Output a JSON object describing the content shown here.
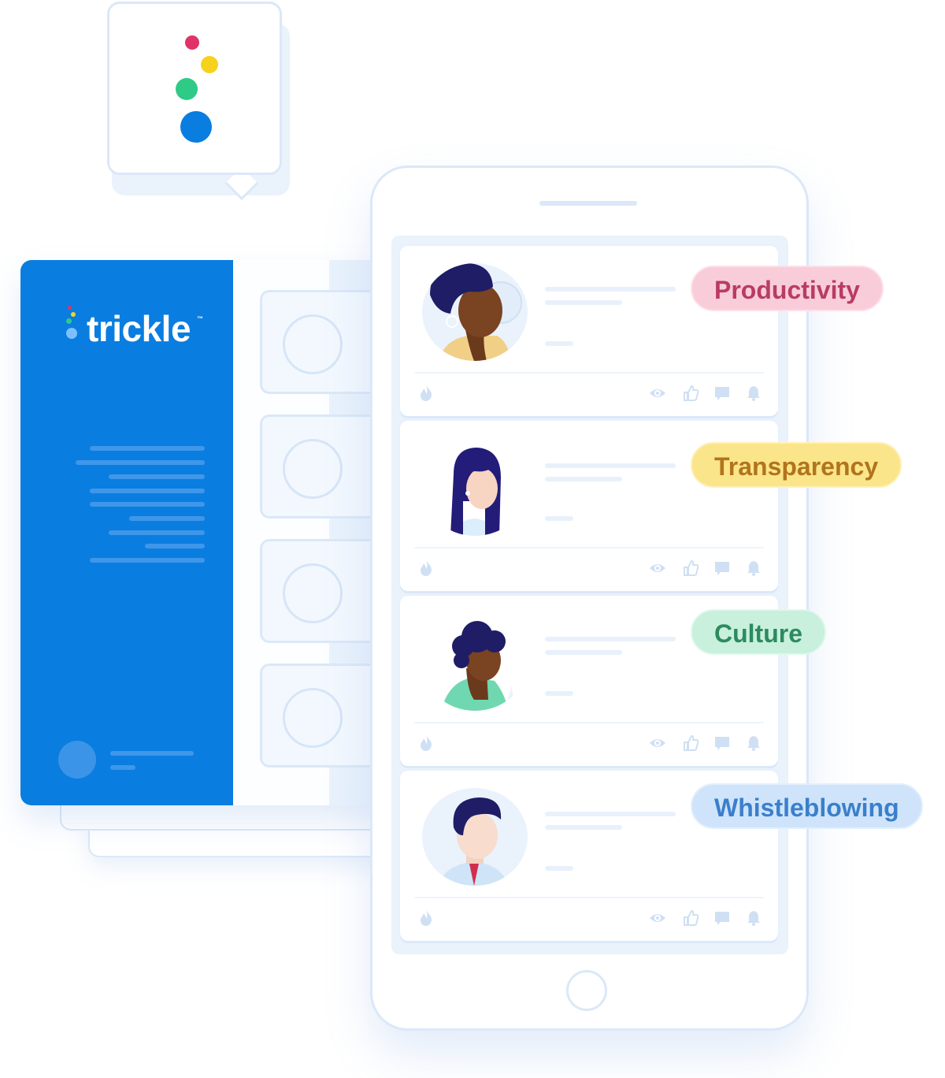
{
  "brand": {
    "name": "trickle",
    "trademark": "™",
    "dot_colors": [
      "#e03368",
      "#f7d21c",
      "#2fcb86",
      "#0a7de0"
    ]
  },
  "tags": [
    {
      "label": "Productivity",
      "color": "#ba3b63"
    },
    {
      "label": "Transparency",
      "color": "#b1741c"
    },
    {
      "label": "Culture",
      "color": "#2d8a5f"
    },
    {
      "label": "Whistleblowing",
      "color": "#3a7fcc"
    }
  ],
  "feed_cards": [
    {
      "avatar": "woman-afro-avatar",
      "actions": [
        "flame-icon",
        "eye-icon",
        "thumbs-up-icon",
        "comment-icon",
        "bell-icon"
      ]
    },
    {
      "avatar": "woman-long-hair-avatar",
      "actions": [
        "flame-icon",
        "eye-icon",
        "thumbs-up-icon",
        "comment-icon",
        "bell-icon"
      ]
    },
    {
      "avatar": "man-curly-hair-avatar",
      "actions": [
        "flame-icon",
        "eye-icon",
        "thumbs-up-icon",
        "comment-icon",
        "bell-icon"
      ]
    },
    {
      "avatar": "man-tie-avatar",
      "actions": [
        "flame-icon",
        "eye-icon",
        "thumbs-up-icon",
        "comment-icon",
        "bell-icon"
      ]
    }
  ],
  "colors": {
    "sidebar_blue": "#0a7de0",
    "outline": "#dbe8f8"
  }
}
